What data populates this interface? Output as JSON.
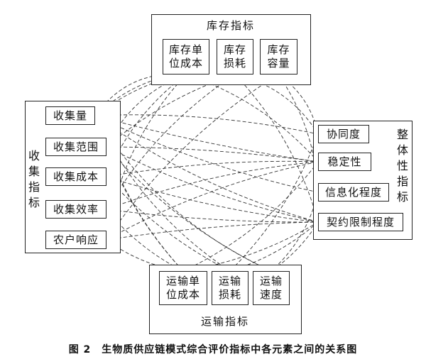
{
  "groups": {
    "inventory": {
      "title": "库存指标",
      "items": [
        {
          "l1": "库存单",
          "l2": "位成本"
        },
        {
          "l1": "库存",
          "l2": "损耗"
        },
        {
          "l1": "库存",
          "l2": "容量"
        }
      ]
    },
    "collection": {
      "title": "收集指标",
      "items": [
        "收集量",
        "收集范围",
        "收集成本",
        "收集效率",
        "农户响应"
      ]
    },
    "whole": {
      "title": "整体性指标",
      "items": [
        "协同度",
        "稳定性",
        "信息化程度",
        "契约限制程度"
      ]
    },
    "transport": {
      "title": "运输指标",
      "items": [
        {
          "l1": "运输单",
          "l2": "位成本"
        },
        {
          "l1": "运输",
          "l2": "损耗"
        },
        {
          "l1": "运输",
          "l2": "速度"
        }
      ]
    }
  },
  "caption": "图 2　生物质供应链模式综合评价指标中各元素之间的关系图"
}
